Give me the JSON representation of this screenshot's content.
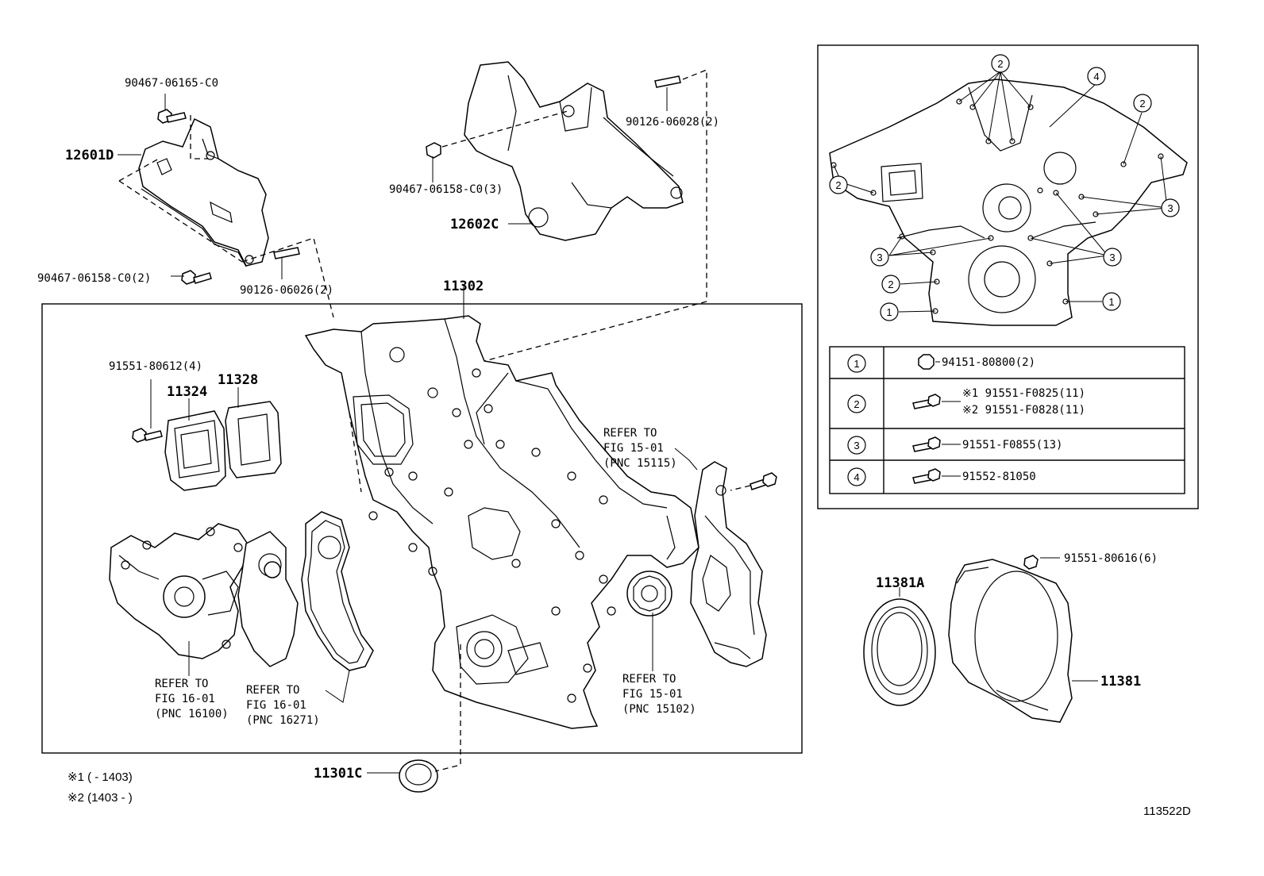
{
  "labels": {
    "bolt_top_left": "90467-06165-C0",
    "part_12601d": "12601D",
    "bolt_left_bottom": "90467-06158-C0(2)",
    "stud_left": "90126-06026(2)",
    "stud_top_right": "90126-06028(2)",
    "bolt_center": "90467-06158-C0(3)",
    "part_12602c": "12602C",
    "part_11302": "11302",
    "bolt_91551_80612": "91551-80612(4)",
    "part_11324": "11324",
    "part_11328": "11328",
    "refer_15115": [
      "REFER TO",
      "FIG 15-01",
      "(PNC 15115)"
    ],
    "refer_16100": [
      "REFER TO",
      "FIG 16-01",
      "(PNC 16100)"
    ],
    "refer_16271": [
      "REFER TO",
      "FIG 16-01",
      "(PNC 16271)"
    ],
    "refer_15102": [
      "REFER TO",
      "FIG 15-01",
      "(PNC 15102)"
    ],
    "part_11301c": "11301C",
    "bolt_91551_80616": "91551-80616(6)",
    "part_11381a": "11381A",
    "part_11381": "11381",
    "note1": "※1 (        - 1403)",
    "note2": "※2 (1403 -        )",
    "figure_id": "113522D"
  },
  "inset_callouts": [
    "1",
    "2",
    "3",
    "4"
  ],
  "legend": [
    {
      "num": "1",
      "parts": [
        "94151-80800(2)"
      ]
    },
    {
      "num": "2",
      "parts": [
        "※1 91551-F0825(11)",
        "※2 91551-F0828(11)"
      ]
    },
    {
      "num": "3",
      "parts": [
        "91551-F0855(13)"
      ]
    },
    {
      "num": "4",
      "parts": [
        "91552-81050"
      ]
    }
  ]
}
